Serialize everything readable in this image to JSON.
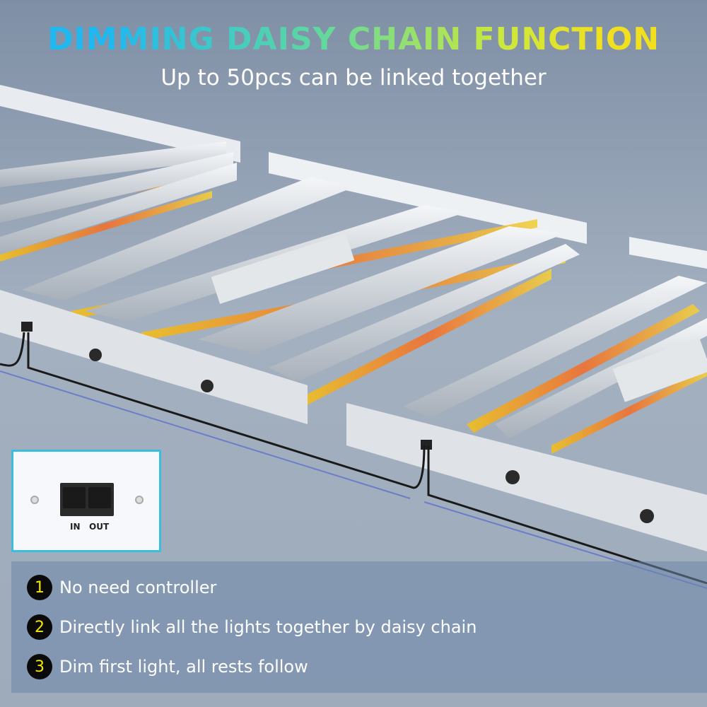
{
  "header": {
    "title": "DIMMING DAISY CHAIN FUNCTION",
    "subtitle": "Up to 50pcs can be linked together"
  },
  "inset": {
    "in_label": "IN",
    "out_label": "OUT"
  },
  "features": [
    {
      "number": "1",
      "text": "No need controller"
    },
    {
      "number": "2",
      "text": "Directly link all the lights together by daisy chain"
    },
    {
      "number": "3",
      "text": "Dim first light, all rests follow"
    }
  ],
  "colors": {
    "accent_border": "#3bbde0",
    "badge_text": "#f5e500"
  }
}
